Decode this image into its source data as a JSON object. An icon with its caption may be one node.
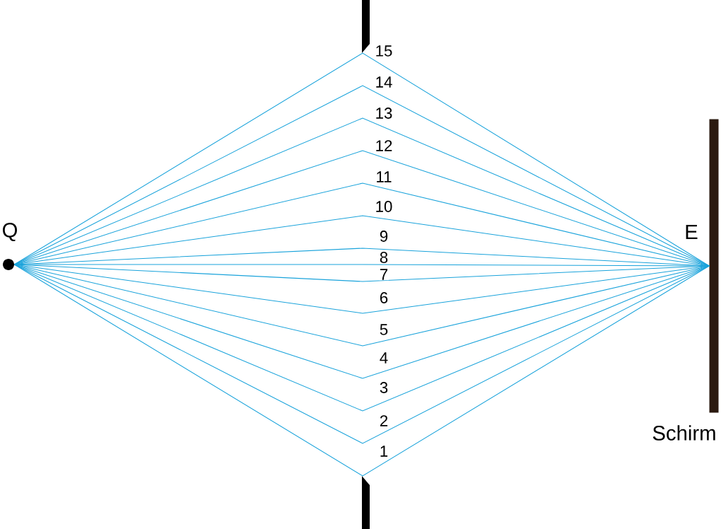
{
  "diagram": {
    "nodes": [
      {
        "text": [],
        "shape": "circle",
        "beside": [
          "Q"
        ]
      },
      {
        "text": [],
        "shape": "bar",
        "beside": [
          "E",
          "Schirm"
        ]
      }
    ],
    "edges": [
      {
        "from": 0,
        "to": 1,
        "arrow": "none",
        "label": "15"
      },
      {
        "from": 0,
        "to": 1,
        "arrow": "none",
        "label": "14"
      },
      {
        "from": 0,
        "to": 1,
        "arrow": "none",
        "label": "13"
      },
      {
        "from": 0,
        "to": 1,
        "arrow": "none",
        "label": "12"
      },
      {
        "from": 0,
        "to": 1,
        "arrow": "none",
        "label": "11"
      },
      {
        "from": 0,
        "to": 1,
        "arrow": "none",
        "label": "10"
      },
      {
        "from": 0,
        "to": 1,
        "arrow": "none",
        "label": "9"
      },
      {
        "from": 0,
        "to": 1,
        "arrow": "none",
        "label": "8"
      },
      {
        "from": 0,
        "to": 1,
        "arrow": "none",
        "label": "7"
      },
      {
        "from": 0,
        "to": 1,
        "arrow": "none",
        "label": "6"
      },
      {
        "from": 0,
        "to": 1,
        "arrow": "none",
        "label": "5"
      },
      {
        "from": 0,
        "to": 1,
        "arrow": "none",
        "label": "4"
      },
      {
        "from": 0,
        "to": 1,
        "arrow": "none",
        "label": "3"
      },
      {
        "from": 0,
        "to": 1,
        "arrow": "none",
        "label": "2"
      },
      {
        "from": 0,
        "to": 1,
        "arrow": "none",
        "label": "1"
      }
    ]
  }
}
